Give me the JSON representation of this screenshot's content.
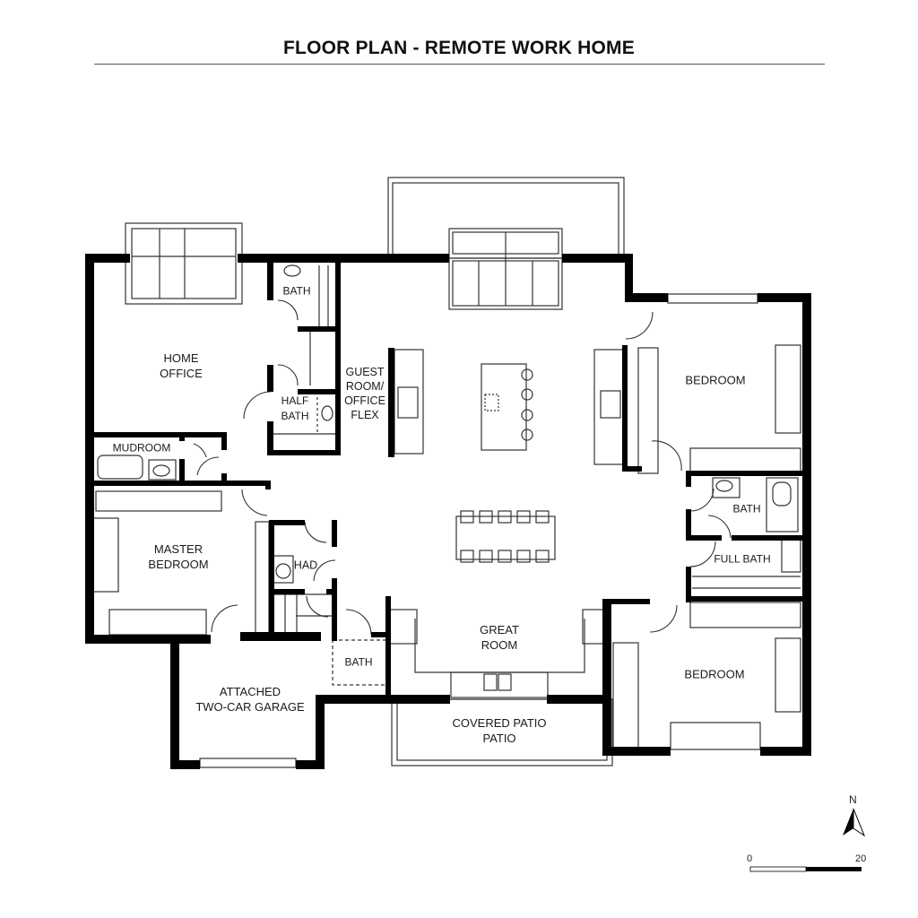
{
  "title": "FLOOR PLAN - REMOTE WORK HOME",
  "rooms": {
    "home_office": "HOME\nOFFICE",
    "bath_top": "BATH",
    "half_bath": "HALF\nBATH",
    "guest_flex": "GUEST\nROOM/\nOFFICE\nFLEX",
    "mudroom": "MUDROOM",
    "master_bedroom": "MASTER\nBEDROOM",
    "had": "HAD",
    "bath_lower": "BATH",
    "garage": "ATTACHED\nTWO-CAR GARAGE",
    "great_room": "GREAT\nROOM",
    "covered_patio": "COVERED PATIO\nPATIO",
    "bedroom_east_top": "BEDROOM",
    "bath_east": "BATH",
    "full_bath": "FULL BATH",
    "bedroom_east_bottom": "BEDROOM"
  },
  "legend": {
    "north_label": "N",
    "scale_start": "0",
    "scale_end": "20"
  },
  "colors": {
    "wall": "#000000",
    "line": "#333333",
    "background": "#ffffff"
  }
}
